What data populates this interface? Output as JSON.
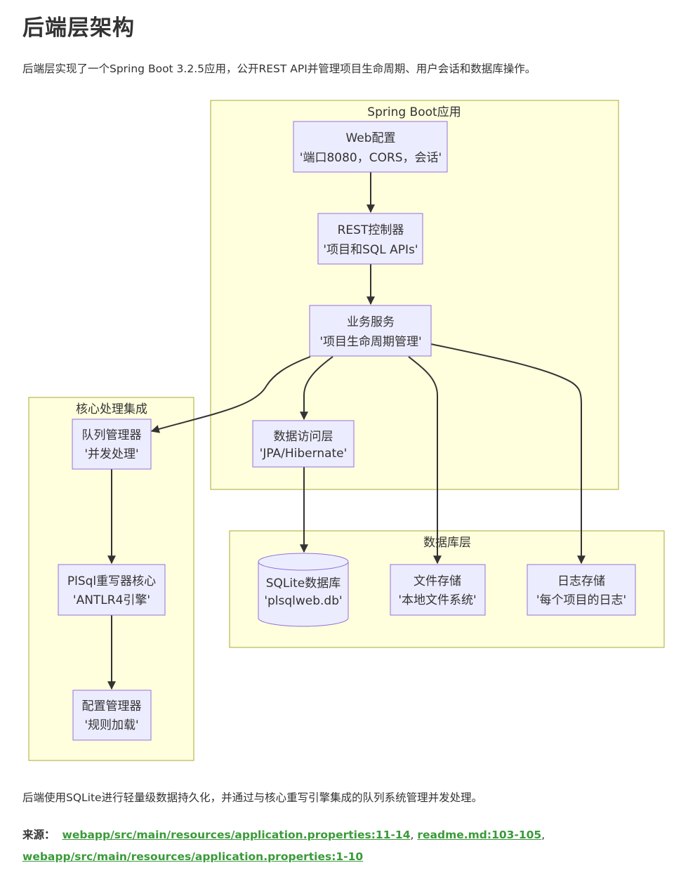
{
  "title": "后端层架构",
  "intro": "后端层实现了一个Spring Boot 3.2.5应用，公开REST API并管理项目生命周期、用户会话和数据库操作。",
  "diagram": {
    "clusters": {
      "spring": "Spring Boot应用",
      "core": "核心处理集成",
      "db": "数据库层"
    },
    "nodes": {
      "web": [
        "Web配置",
        "'端口8080，CORS，会话'"
      ],
      "rest": [
        "REST控制器",
        "'项目和SQL APIs'"
      ],
      "service": [
        "业务服务",
        "'项目生命周期管理'"
      ],
      "dal": [
        "数据访问层",
        "'JPA/Hibernate'"
      ],
      "queue": [
        "队列管理器",
        "'并发处理'"
      ],
      "rewriter": [
        "PlSql重写器核心",
        "'ANTLR4引擎'"
      ],
      "config": [
        "配置管理器",
        "'规则加载'"
      ],
      "sqlite": [
        "SQLite数据库",
        "'plsqlweb.db'"
      ],
      "files": [
        "文件存储",
        "'本地文件系统'"
      ],
      "logs": [
        "日志存储",
        "'每个项目的日志'"
      ]
    }
  },
  "summary": "后端使用SQLite进行轻量级数据持久化，并通过与核心重写引擎集成的队列系统管理并发处理。",
  "sources": {
    "label": "来源：",
    "links": [
      "webapp/src/main/resources/application.properties:11-14",
      "readme.md:103-105",
      "webapp/src/main/resources/application.properties:1-10"
    ],
    "separator": ","
  }
}
